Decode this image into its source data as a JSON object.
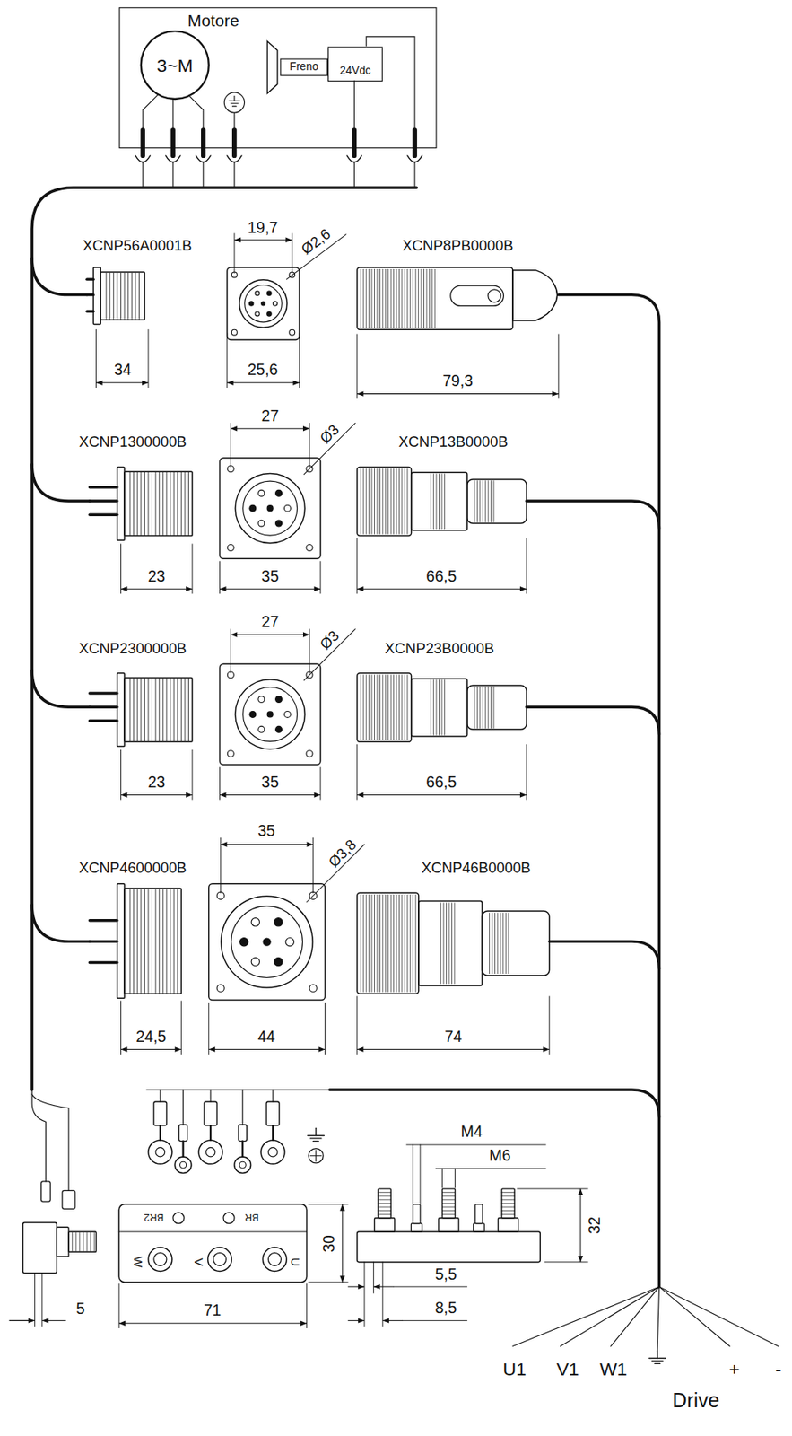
{
  "diagram": {
    "nodes": [
      {
        "text": [
          "Motore"
        ]
      },
      {
        "text": [
          "3~M"
        ],
        "in": 0
      },
      {
        "text": [
          "Freno"
        ],
        "in": 0
      },
      {
        "text": [
          "24Vdc"
        ],
        "in": 0
      }
    ],
    "labels": [
      "XCNP56A0001B",
      "19,7",
      "Ø2,6",
      "XCNP8PB0000B",
      "34",
      "25,6",
      "79,3",
      "XCNP1300000B",
      "27",
      "Ø3",
      "XCNP13B0000B",
      "23",
      "35",
      "66,5",
      "XCNP2300000B",
      "27",
      "Ø3",
      "XCNP23B0000B",
      "23",
      "35",
      "66,5",
      "XCNP4600000B",
      "35",
      "Ø3,8",
      "XCNP46B0000B",
      "24,5",
      "44",
      "74",
      "BR2",
      "BR",
      "W",
      "V",
      "U",
      "M4",
      "M6",
      "32",
      "30",
      "5",
      "71",
      "5,5",
      "8,5",
      "U1",
      "V1",
      "W1",
      "+",
      "-",
      "Drive"
    ]
  }
}
